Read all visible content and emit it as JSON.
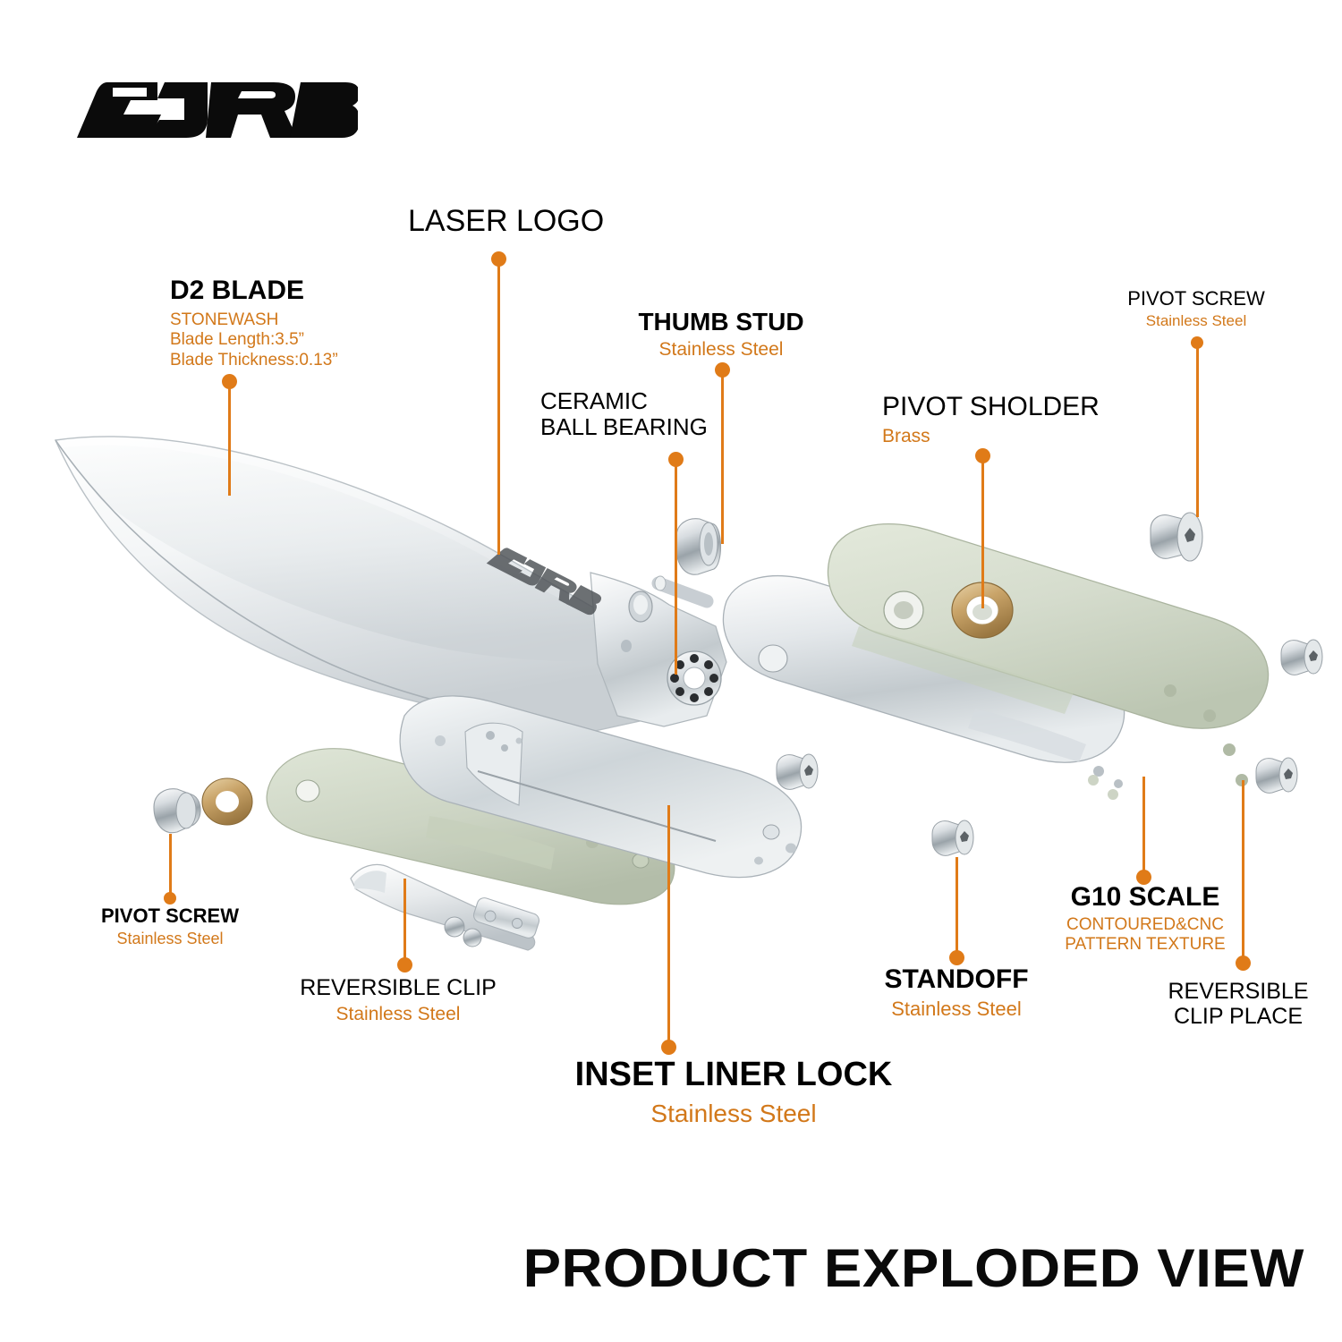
{
  "brand": {
    "name": "CJRB",
    "logo_icon": "cjrb-wordmark-logo"
  },
  "footer": {
    "title": "PRODUCT EXPLODED VIEW"
  },
  "colors": {
    "accent_orange": "#E07B18",
    "subtitle_orange": "#D2781A",
    "scale_green": "#D7DECF",
    "steel_light": "#EDEFF1",
    "steel_mid": "#BFC5C9",
    "brass": "#C4A06A",
    "text_black": "#000000"
  },
  "callouts": [
    {
      "id": "d2-blade",
      "title": "D2 BLADE",
      "bold": true,
      "sublines": [
        "STONEWASH",
        "Blade Length:3.5”",
        "Blade Thickness:0.13”"
      ]
    },
    {
      "id": "laser-logo",
      "title": "LASER LOGO",
      "bold": false,
      "sublines": []
    },
    {
      "id": "ceramic-ball-bearing",
      "title_lines": [
        "CERAMIC",
        "BALL BEARING"
      ],
      "bold": false,
      "sublines": []
    },
    {
      "id": "thumb-stud",
      "title": "THUMB STUD",
      "bold": true,
      "sublines": [
        "Stainless Steel"
      ]
    },
    {
      "id": "pivot-sholder",
      "title": "PIVOT SHOLDER",
      "bold": false,
      "sublines": [
        "Brass"
      ]
    },
    {
      "id": "pivot-screw-top",
      "title": "PIVOT SCREW",
      "bold": false,
      "sublines": [
        "Stainless Steel"
      ]
    },
    {
      "id": "pivot-screw-left",
      "title": "PIVOT SCREW",
      "bold": true,
      "sublines": [
        "Stainless Steel"
      ]
    },
    {
      "id": "reversible-clip",
      "title": "REVERSIBLE CLIP",
      "bold": false,
      "sublines": [
        "Stainless Steel"
      ]
    },
    {
      "id": "inset-liner-lock",
      "title": "INSET LINER LOCK",
      "bold": true,
      "sublines": [
        "Stainless Steel"
      ]
    },
    {
      "id": "standoff",
      "title": "STANDOFF",
      "bold": true,
      "sublines": [
        "Stainless Steel"
      ]
    },
    {
      "id": "g10-scale",
      "title": "G10 SCALE",
      "bold": true,
      "sublines": [
        "CONTOURED&CNC",
        "PATTERN TEXTURE"
      ]
    },
    {
      "id": "reversible-clip-place",
      "title_lines": [
        "REVERSIBLE",
        "CLIP PLACE"
      ],
      "bold": false,
      "sublines": []
    }
  ],
  "parts": {
    "blade_etch": "CJRB",
    "blade": "d2-blade-part",
    "liner_left": "inset-liner-lock-part",
    "liner_right": "steel-liner-part",
    "scale_left": "g10-scale-left-part",
    "scale_right": "g10-scale-right-part",
    "clip": "reversible-clip-part",
    "bearing": "ceramic-ball-bearing-part",
    "thumb_stud": "thumb-stud-part",
    "pivot_shoulder": "pivot-shoulder-ring-part",
    "pivot_screw_right": "pivot-screw-part",
    "pivot_screw_left": "pivot-screw-part",
    "brass_washer": "brass-washer-part",
    "standoffs": [
      "standoff-part",
      "standoff-part",
      "standoff-part",
      "standoff-part"
    ]
  }
}
